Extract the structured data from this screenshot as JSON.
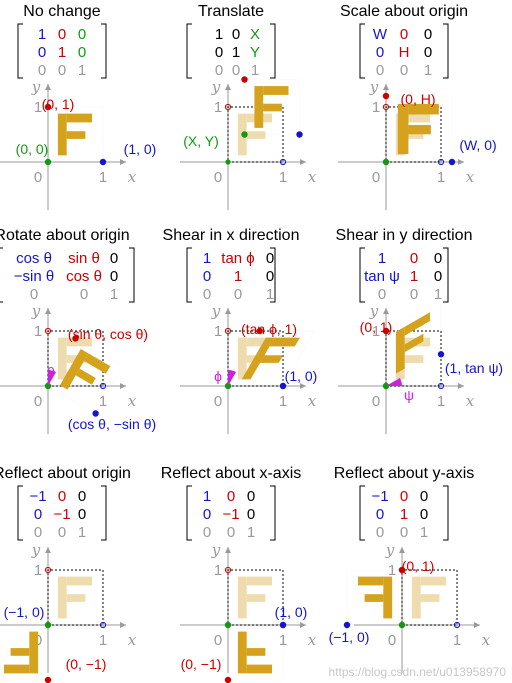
{
  "colors": {
    "red": "#cc0000",
    "green": "#119911",
    "blue": "#1515cc",
    "gray": "#9a9a9a",
    "gold": "#d4a21c",
    "gold_light": "#efdcae",
    "magenta": "#cc22dd",
    "frame": "#000000",
    "dotted_frame": "#333333"
  },
  "axis_labels": {
    "x": "x",
    "y": "y",
    "zero": "0",
    "one": "1"
  },
  "panels": [
    {
      "title": "No change",
      "matrix": [
        [
          {
            "t": "1",
            "c": "blue"
          },
          {
            "t": "0",
            "c": "red"
          },
          {
            "t": "0",
            "c": "green"
          }
        ],
        [
          {
            "t": "0",
            "c": "blue"
          },
          {
            "t": "1",
            "c": "red"
          },
          {
            "t": "0",
            "c": "green"
          }
        ],
        [
          {
            "t": "0",
            "c": "gray"
          },
          {
            "t": "0",
            "c": "gray"
          },
          {
            "t": "1",
            "c": "gray"
          }
        ]
      ],
      "transform": {
        "a": 1,
        "b": 0,
        "c": 0,
        "d": 1,
        "e": 0,
        "f": 0
      },
      "labels": [
        {
          "t": "(0, 1)",
          "c": "red"
        },
        {
          "t": "(0, 0)",
          "c": "green"
        },
        {
          "t": "(1, 0)",
          "c": "blue"
        }
      ]
    },
    {
      "title": "Translate",
      "matrix": [
        [
          {
            "t": "1",
            "c": "black"
          },
          {
            "t": "0",
            "c": "black"
          },
          {
            "t": "X",
            "c": "green"
          }
        ],
        [
          {
            "t": "0",
            "c": "black"
          },
          {
            "t": "1",
            "c": "black"
          },
          {
            "t": "Y",
            "c": "green"
          }
        ],
        [
          {
            "t": "0",
            "c": "gray"
          },
          {
            "t": "0",
            "c": "gray"
          },
          {
            "t": "1",
            "c": "gray"
          }
        ]
      ],
      "transform": {
        "a": 1,
        "b": 0,
        "c": 0,
        "d": 1,
        "e": 0.3,
        "f": 0.5
      },
      "labels": [
        {
          "t": "(X, Y)",
          "c": "green"
        }
      ]
    },
    {
      "title": "Scale about origin",
      "matrix": [
        [
          {
            "t": "W",
            "c": "blue"
          },
          {
            "t": "0",
            "c": "red"
          },
          {
            "t": "0",
            "c": "black"
          }
        ],
        [
          {
            "t": "0",
            "c": "blue"
          },
          {
            "t": "H",
            "c": "red"
          },
          {
            "t": "0",
            "c": "black"
          }
        ],
        [
          {
            "t": "0",
            "c": "gray"
          },
          {
            "t": "0",
            "c": "gray"
          },
          {
            "t": "1",
            "c": "gray"
          }
        ]
      ],
      "transform": {
        "a": 1.2,
        "b": 0,
        "c": 0,
        "d": 1.2,
        "e": 0,
        "f": 0
      },
      "labels": [
        {
          "t": "(0, H)",
          "c": "red"
        },
        {
          "t": "(W, 0)",
          "c": "blue"
        }
      ]
    },
    {
      "title": "Rotate about origin",
      "matrix": [
        [
          {
            "t": "cos θ",
            "c": "blue"
          },
          {
            "t": "sin θ",
            "c": "red"
          },
          {
            "t": "0",
            "c": "black"
          }
        ],
        [
          {
            "t": "−sin θ",
            "c": "blue"
          },
          {
            "t": "cos θ",
            "c": "red"
          },
          {
            "t": "0",
            "c": "black"
          }
        ],
        [
          {
            "t": "0",
            "c": "gray"
          },
          {
            "t": "0",
            "c": "gray"
          },
          {
            "t": "1",
            "c": "gray"
          }
        ]
      ],
      "transform": {
        "a": 0.866,
        "b": -0.5,
        "c": 0.5,
        "d": 0.866,
        "e": 0,
        "f": 0
      },
      "labels": [
        {
          "t": "(sin θ, cos θ)",
          "c": "red"
        },
        {
          "t": "θ",
          "c": "magenta"
        },
        {
          "t": "(cos θ, −sin θ)",
          "c": "blue"
        }
      ]
    },
    {
      "title": "Shear in x direction",
      "matrix": [
        [
          {
            "t": "1",
            "c": "blue"
          },
          {
            "t": "tan ϕ",
            "c": "red"
          },
          {
            "t": "0",
            "c": "black"
          }
        ],
        [
          {
            "t": "0",
            "c": "blue"
          },
          {
            "t": "1",
            "c": "red"
          },
          {
            "t": "0",
            "c": "black"
          }
        ],
        [
          {
            "t": "0",
            "c": "gray"
          },
          {
            "t": "0",
            "c": "gray"
          },
          {
            "t": "1",
            "c": "gray"
          }
        ]
      ],
      "transform": {
        "a": 1,
        "b": 0,
        "c": 0.577,
        "d": 1,
        "e": 0,
        "f": 0
      },
      "labels": [
        {
          "t": "(tan ϕ, 1)",
          "c": "red"
        },
        {
          "t": "ϕ",
          "c": "magenta"
        },
        {
          "t": "(1, 0)",
          "c": "blue"
        }
      ]
    },
    {
      "title": "Shear in y direction",
      "matrix": [
        [
          {
            "t": "1",
            "c": "blue"
          },
          {
            "t": "0",
            "c": "red"
          },
          {
            "t": "0",
            "c": "black"
          }
        ],
        [
          {
            "t": "tan ψ",
            "c": "blue"
          },
          {
            "t": "1",
            "c": "red"
          },
          {
            "t": "0",
            "c": "black"
          }
        ],
        [
          {
            "t": "0",
            "c": "gray"
          },
          {
            "t": "0",
            "c": "gray"
          },
          {
            "t": "1",
            "c": "gray"
          }
        ]
      ],
      "transform": {
        "a": 1,
        "b": 0.577,
        "c": 0,
        "d": 1,
        "e": 0,
        "f": 0
      },
      "labels": [
        {
          "t": "(0, 1)",
          "c": "red"
        },
        {
          "t": "(1, tan ψ)",
          "c": "blue"
        },
        {
          "t": "ψ",
          "c": "magenta"
        }
      ]
    },
    {
      "title": "Reflect about origin",
      "matrix": [
        [
          {
            "t": "−1",
            "c": "blue"
          },
          {
            "t": "0",
            "c": "red"
          },
          {
            "t": "0",
            "c": "black"
          }
        ],
        [
          {
            "t": "0",
            "c": "blue"
          },
          {
            "t": "−1",
            "c": "red"
          },
          {
            "t": "0",
            "c": "black"
          }
        ],
        [
          {
            "t": "0",
            "c": "gray"
          },
          {
            "t": "0",
            "c": "gray"
          },
          {
            "t": "1",
            "c": "gray"
          }
        ]
      ],
      "transform": {
        "a": -1,
        "b": 0,
        "c": 0,
        "d": -1,
        "e": 0,
        "f": 0
      },
      "labels": [
        {
          "t": "(−1, 0)",
          "c": "blue"
        },
        {
          "t": "(0, −1)",
          "c": "red"
        }
      ]
    },
    {
      "title": "Reflect about x-axis",
      "matrix": [
        [
          {
            "t": "1",
            "c": "blue"
          },
          {
            "t": "0",
            "c": "red"
          },
          {
            "t": "0",
            "c": "black"
          }
        ],
        [
          {
            "t": "0",
            "c": "blue"
          },
          {
            "t": "−1",
            "c": "red"
          },
          {
            "t": "0",
            "c": "black"
          }
        ],
        [
          {
            "t": "0",
            "c": "gray"
          },
          {
            "t": "0",
            "c": "gray"
          },
          {
            "t": "1",
            "c": "gray"
          }
        ]
      ],
      "transform": {
        "a": 1,
        "b": 0,
        "c": 0,
        "d": -1,
        "e": 0,
        "f": 0
      },
      "labels": [
        {
          "t": "(1, 0)",
          "c": "blue"
        },
        {
          "t": "(0, −1)",
          "c": "red"
        }
      ]
    },
    {
      "title": "Reflect about y-axis",
      "matrix": [
        [
          {
            "t": "−1",
            "c": "blue"
          },
          {
            "t": "0",
            "c": "red"
          },
          {
            "t": "0",
            "c": "black"
          }
        ],
        [
          {
            "t": "0",
            "c": "blue"
          },
          {
            "t": "1",
            "c": "red"
          },
          {
            "t": "0",
            "c": "black"
          }
        ],
        [
          {
            "t": "0",
            "c": "gray"
          },
          {
            "t": "0",
            "c": "gray"
          },
          {
            "t": "1",
            "c": "gray"
          }
        ]
      ],
      "transform": {
        "a": -1,
        "b": 0,
        "c": 0,
        "d": 1,
        "e": 0,
        "f": 0
      },
      "labels": [
        {
          "t": "(0, 1)",
          "c": "red"
        },
        {
          "t": "(−1, 0)",
          "c": "blue"
        }
      ]
    }
  ],
  "watermark": "https://blog.csdn.net/u013958970"
}
